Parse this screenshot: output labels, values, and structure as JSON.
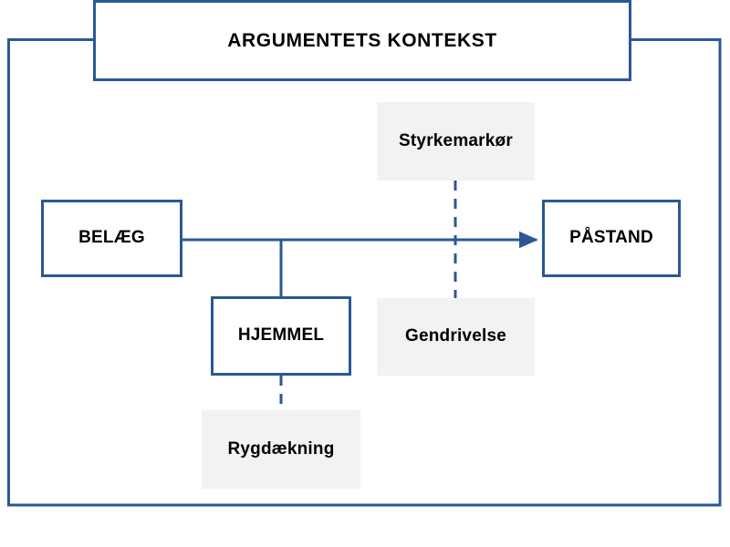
{
  "diagram": {
    "title": "ARGUMENTETS KONTEKST",
    "colors": {
      "line": "#2b5797",
      "box_fill": "#ffffff",
      "secondary_fill": "#f2f2f2",
      "text": "#000000"
    },
    "frame": {
      "name": "argument-context-frame",
      "label": "ARGUMENTETS KONTEKST"
    },
    "nodes": {
      "belaeg": {
        "label": "BELÆG",
        "style": "primary"
      },
      "paastand": {
        "label": "PÅSTAND",
        "style": "primary"
      },
      "hjemmel": {
        "label": "HJEMMEL",
        "style": "primary"
      },
      "styrkemarkoer": {
        "label": "Styrkemarkør",
        "style": "secondary"
      },
      "gendrivelse": {
        "label": "Gendrivelse",
        "style": "secondary"
      },
      "rygdaekning": {
        "label": "Rygdækning",
        "style": "secondary"
      }
    },
    "connectors": [
      {
        "name": "belaeg-to-paastand",
        "from": "belaeg",
        "to": "paastand",
        "style": "solid",
        "arrow": "end"
      },
      {
        "name": "belaeg-to-hjemmel",
        "from": "belaeg",
        "to": "hjemmel",
        "style": "solid",
        "arrow": "none"
      },
      {
        "name": "styrkemarkoer-to-gendrivelse",
        "from": "styrkemarkoer",
        "to": "gendrivelse",
        "style": "dashed",
        "arrow": "none"
      },
      {
        "name": "hjemmel-to-rygdaekning",
        "from": "hjemmel",
        "to": "rygdaekning",
        "style": "dashed",
        "arrow": "none"
      }
    ]
  }
}
